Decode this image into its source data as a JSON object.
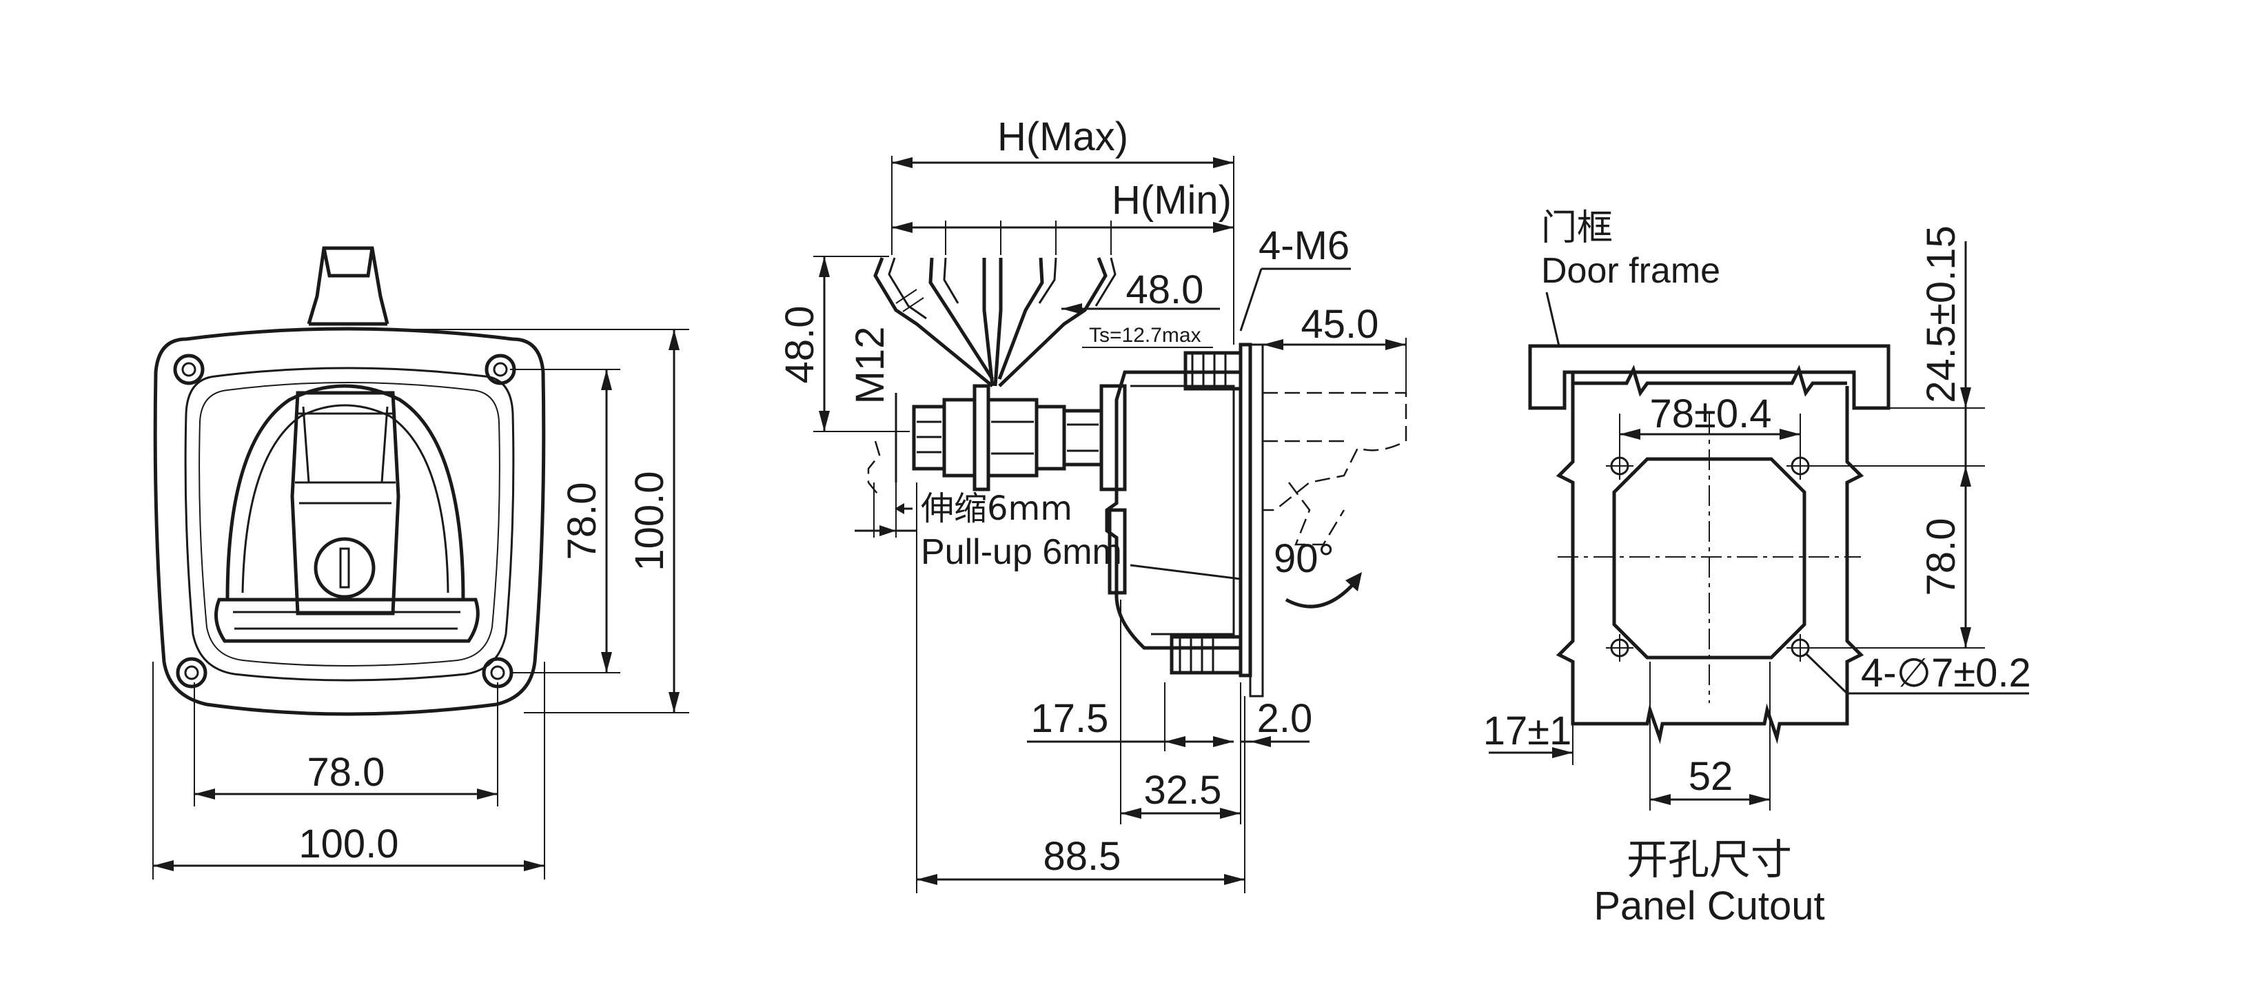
{
  "front_view": {
    "dim_height_inner": "78.0",
    "dim_height_outer": "100.0",
    "dim_width_inner": "78.0",
    "dim_width_outer": "100.0"
  },
  "side_view": {
    "dim_h_max": "H(Max)",
    "dim_h_min": "H(Min)",
    "dim_handle_height": "48.0",
    "dim_handle_width": "48.0",
    "thread": "M12",
    "thickness_note": "Ts=12.7max",
    "studs": "4-M6",
    "dim_offset": "45.0",
    "angle": "90°",
    "pull_up_cn": "伸缩6mm",
    "pull_up_en": "Pull-up 6mm",
    "dim_a": "17.5",
    "dim_b": "2.0",
    "dim_c": "32.5",
    "dim_depth": "88.5"
  },
  "cutout_view": {
    "frame_cn": "门框",
    "frame_en": "Door frame",
    "dim_frame_offset": "24.5±0.15",
    "dim_hole_spacing_x": "78±0.4",
    "dim_hole_spacing_y": "78.0",
    "holes": "4-∅7±0.2",
    "dim_edge": "17±1",
    "dim_bottom": "52",
    "title_cn": "开孔尺寸",
    "title_en": "Panel Cutout"
  }
}
